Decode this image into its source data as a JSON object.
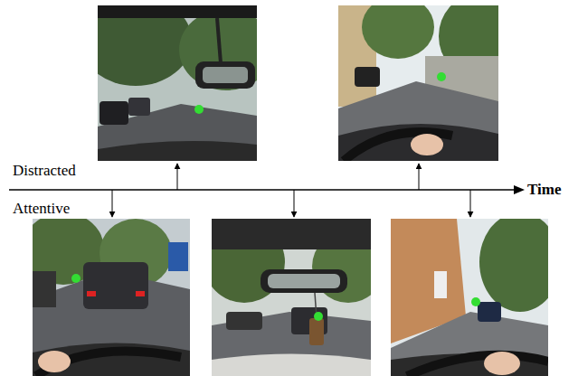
{
  "diagram": {
    "labels": [
      "Distracted",
      "Attentive",
      "Time"
    ]
  }
}
